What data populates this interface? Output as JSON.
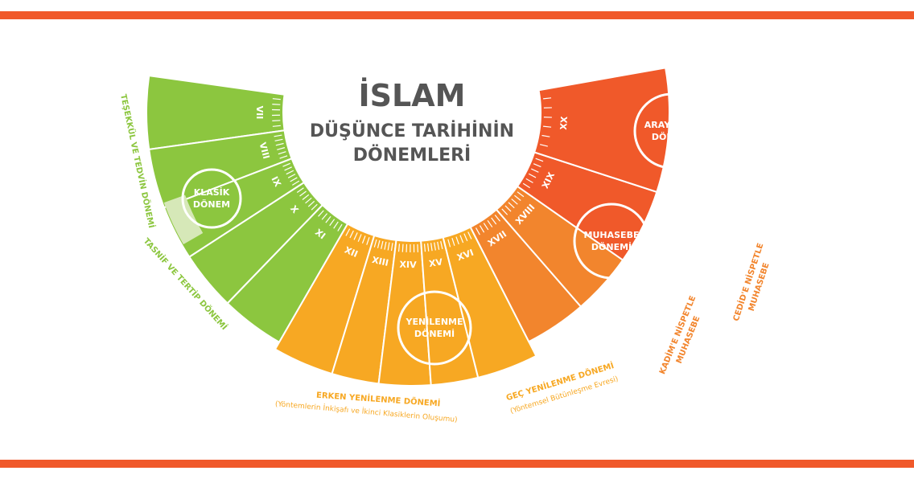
{
  "colors": {
    "accent_bar": "#f0592a",
    "green": "#8cc63f",
    "green_light": "#d6e8b8",
    "yellow": "#f7a823",
    "orange": "#f2852d",
    "red": "#f0592a",
    "title": "#555555"
  },
  "title": {
    "line1": "İSLAM",
    "line2": "DÜŞÜNCE TARİHİNİN",
    "line3": "DÖNEMLERİ"
  },
  "centuries": [
    "VII",
    "VIII",
    "IX",
    "X",
    "XI",
    "XII",
    "XIII",
    "XIV",
    "XV",
    "XVI",
    "XVII",
    "XVIII",
    "XIX",
    "XX"
  ],
  "periods": {
    "klasik": {
      "line1": "KLASİK",
      "line2": "DÖNEM"
    },
    "yenilenme": {
      "line1": "YENİLENME",
      "line2": "DÖNEMİ"
    },
    "muhasebe": {
      "line1": "MUHASEBE",
      "line2": "DÖNEMİ"
    },
    "arayislar": {
      "line1": "ARAYIŞLAR",
      "line2": "DÖNEMİ"
    }
  },
  "subperiods": {
    "tesekkul": "TEŞEKKÜL VE TEDVİN DÖNEMİ",
    "tasnif": "TASNİF VE TERTİP DÖNEMİ",
    "erken_title": "ERKEN YENİLENME DÖNEMİ",
    "erken_sub": "(Yöntemlerin İnkişafı ve İkinci Klasiklerin Oluşumu)",
    "gec_title": "GEÇ YENİLENME DÖNEMİ",
    "gec_sub": "(Yöntemsel Bütünleşme Evresi)",
    "kadim_line1": "KADİM'E NİSPETLE",
    "kadim_line2": "MUHASEBE",
    "cedid_line1": "CEDİD'E NİSPETLE",
    "cedid_line2": "MUHASEBE"
  }
}
